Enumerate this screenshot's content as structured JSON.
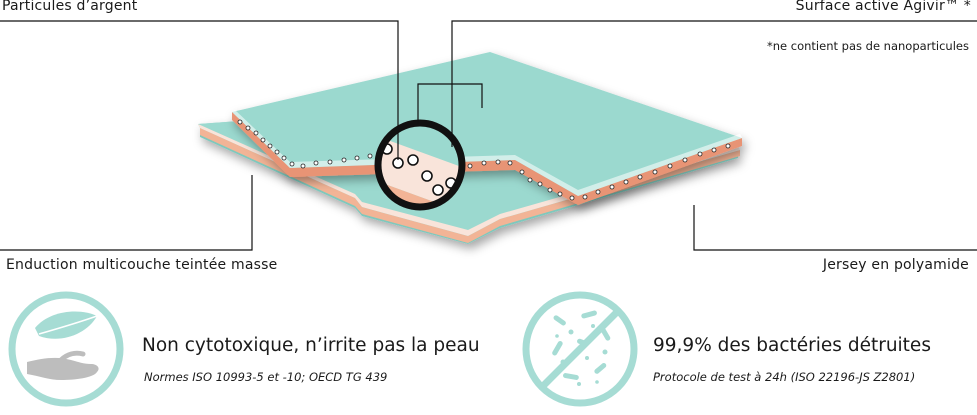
{
  "labels": {
    "silver": "Particules d’argent",
    "surface": "Surface active Agivir™ *",
    "note": "*ne contient pas de nanoparticules",
    "coating": "Enduction multicouche teintée masse",
    "jersey": "Jersey en polyamide"
  },
  "features": [
    {
      "icon": "feather-hand-icon",
      "title": "Non cytotoxique, n’irrite pas la peau",
      "subtitle": "Normes ISO 10993-5 et -10; OECD TG 439"
    },
    {
      "icon": "no-bacteria-icon",
      "title": "99,9% des bactéries détruites",
      "subtitle": "Protocole de test à 24h (ISO 22196-JS Z2801)"
    }
  ],
  "colors": {
    "teal": "#9bd9cf",
    "teal_dark": "#7fc8bd",
    "salmon": "#f2b496",
    "salmon_dark": "#e89474",
    "pale_salmon": "#f9e4da",
    "black": "#111111",
    "icon_teal": "#a6dcd4",
    "icon_gray": "#bdbdbd"
  }
}
